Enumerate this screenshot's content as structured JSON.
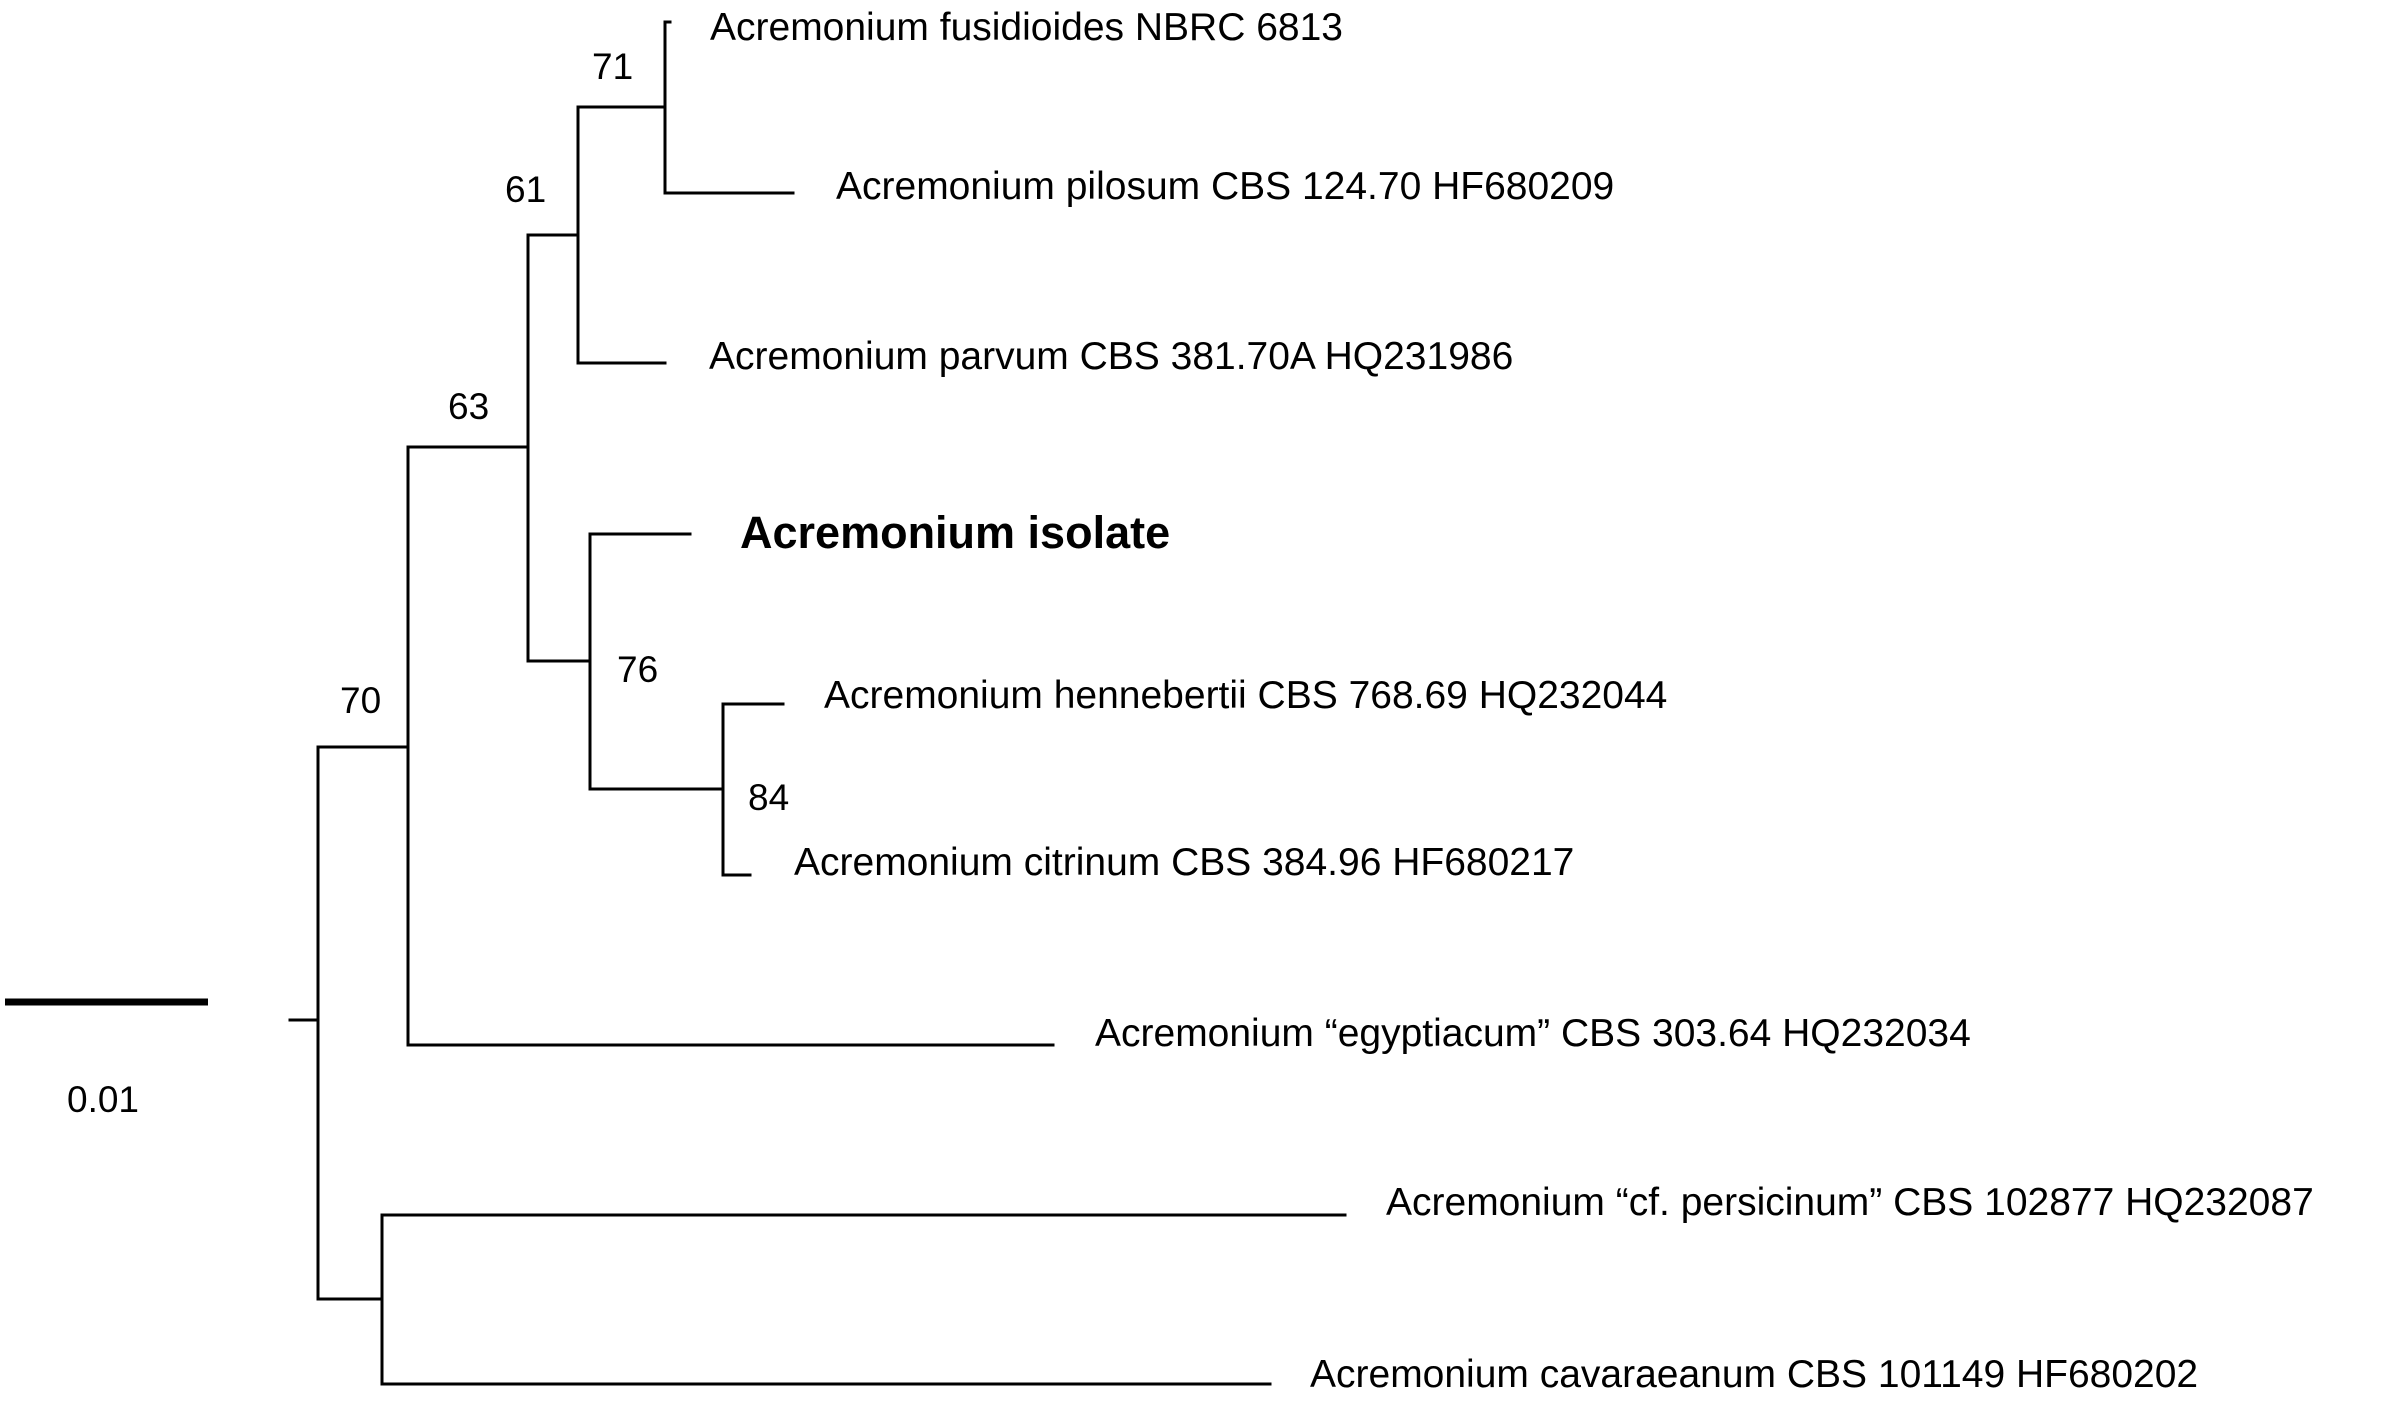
{
  "taxa": [
    {
      "id": "t1",
      "label": "Acremonium fusidioides NBRC 6813"
    },
    {
      "id": "t2",
      "label": "Acremonium pilosum CBS 124.70 HF680209"
    },
    {
      "id": "t3",
      "label": "Acremonium parvum CBS 381.70A HQ231986"
    },
    {
      "id": "t4",
      "label": "Acremonium isolate",
      "emphasis": "bold"
    },
    {
      "id": "t5",
      "label": "Acremonium hennebertii CBS 768.69 HQ232044"
    },
    {
      "id": "t6",
      "label": "Acremonium citrinum CBS 384.96 HF680217"
    },
    {
      "id": "t7",
      "label": "Acremonium “egyptiacum” CBS 303.64 HQ232034"
    },
    {
      "id": "t8",
      "label": "Acremonium “cf. persicinum” CBS 102877 HQ232087"
    },
    {
      "id": "t9",
      "label": "Acremonium cavaraeanum CBS 101149 HF680202"
    }
  ],
  "support_values": [
    {
      "node": "t1-t2",
      "value": "71"
    },
    {
      "node": "t1-t3",
      "value": "61"
    },
    {
      "node": "t1-t6",
      "value": "63"
    },
    {
      "node": "t4-t6",
      "value": "76"
    },
    {
      "node": "t5-t6",
      "value": "84"
    },
    {
      "node": "t1-t7",
      "value": "70"
    }
  ],
  "scale": {
    "label": "0.01"
  },
  "colors": {
    "line": "#000000",
    "text": "#000000",
    "background": "#ffffff"
  }
}
